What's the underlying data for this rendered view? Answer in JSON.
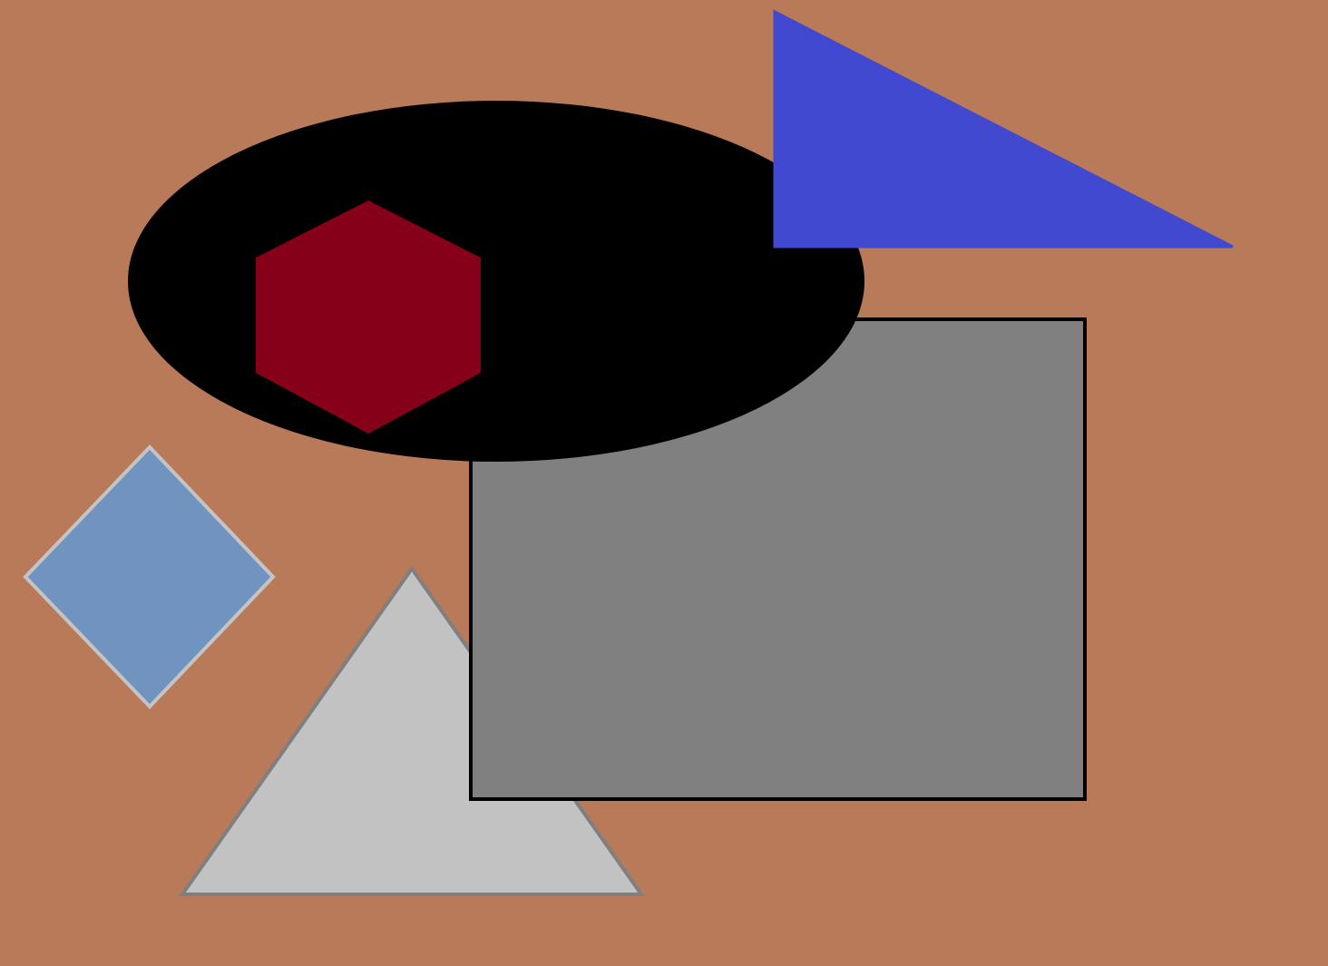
{
  "canvas": {
    "background_color": "#B87A58"
  },
  "shapes": {
    "ellipse": {
      "kind": "ellipse",
      "fill": "#000000",
      "stroke": "none"
    },
    "hexagon": {
      "kind": "hexagon",
      "fill": "#850018",
      "stroke": "none"
    },
    "blue_triangle": {
      "kind": "right-triangle",
      "fill": "#4049CF",
      "stroke": "#4049CF"
    },
    "gray_rectangle": {
      "kind": "rectangle",
      "fill": "#808080",
      "stroke": "#000000"
    },
    "diamond": {
      "kind": "diamond",
      "fill": "#7093BF",
      "stroke": "#C4C4C4"
    },
    "silver_triangle": {
      "kind": "triangle",
      "fill": "#C2C2C2",
      "stroke": "#7F7F7F"
    }
  }
}
